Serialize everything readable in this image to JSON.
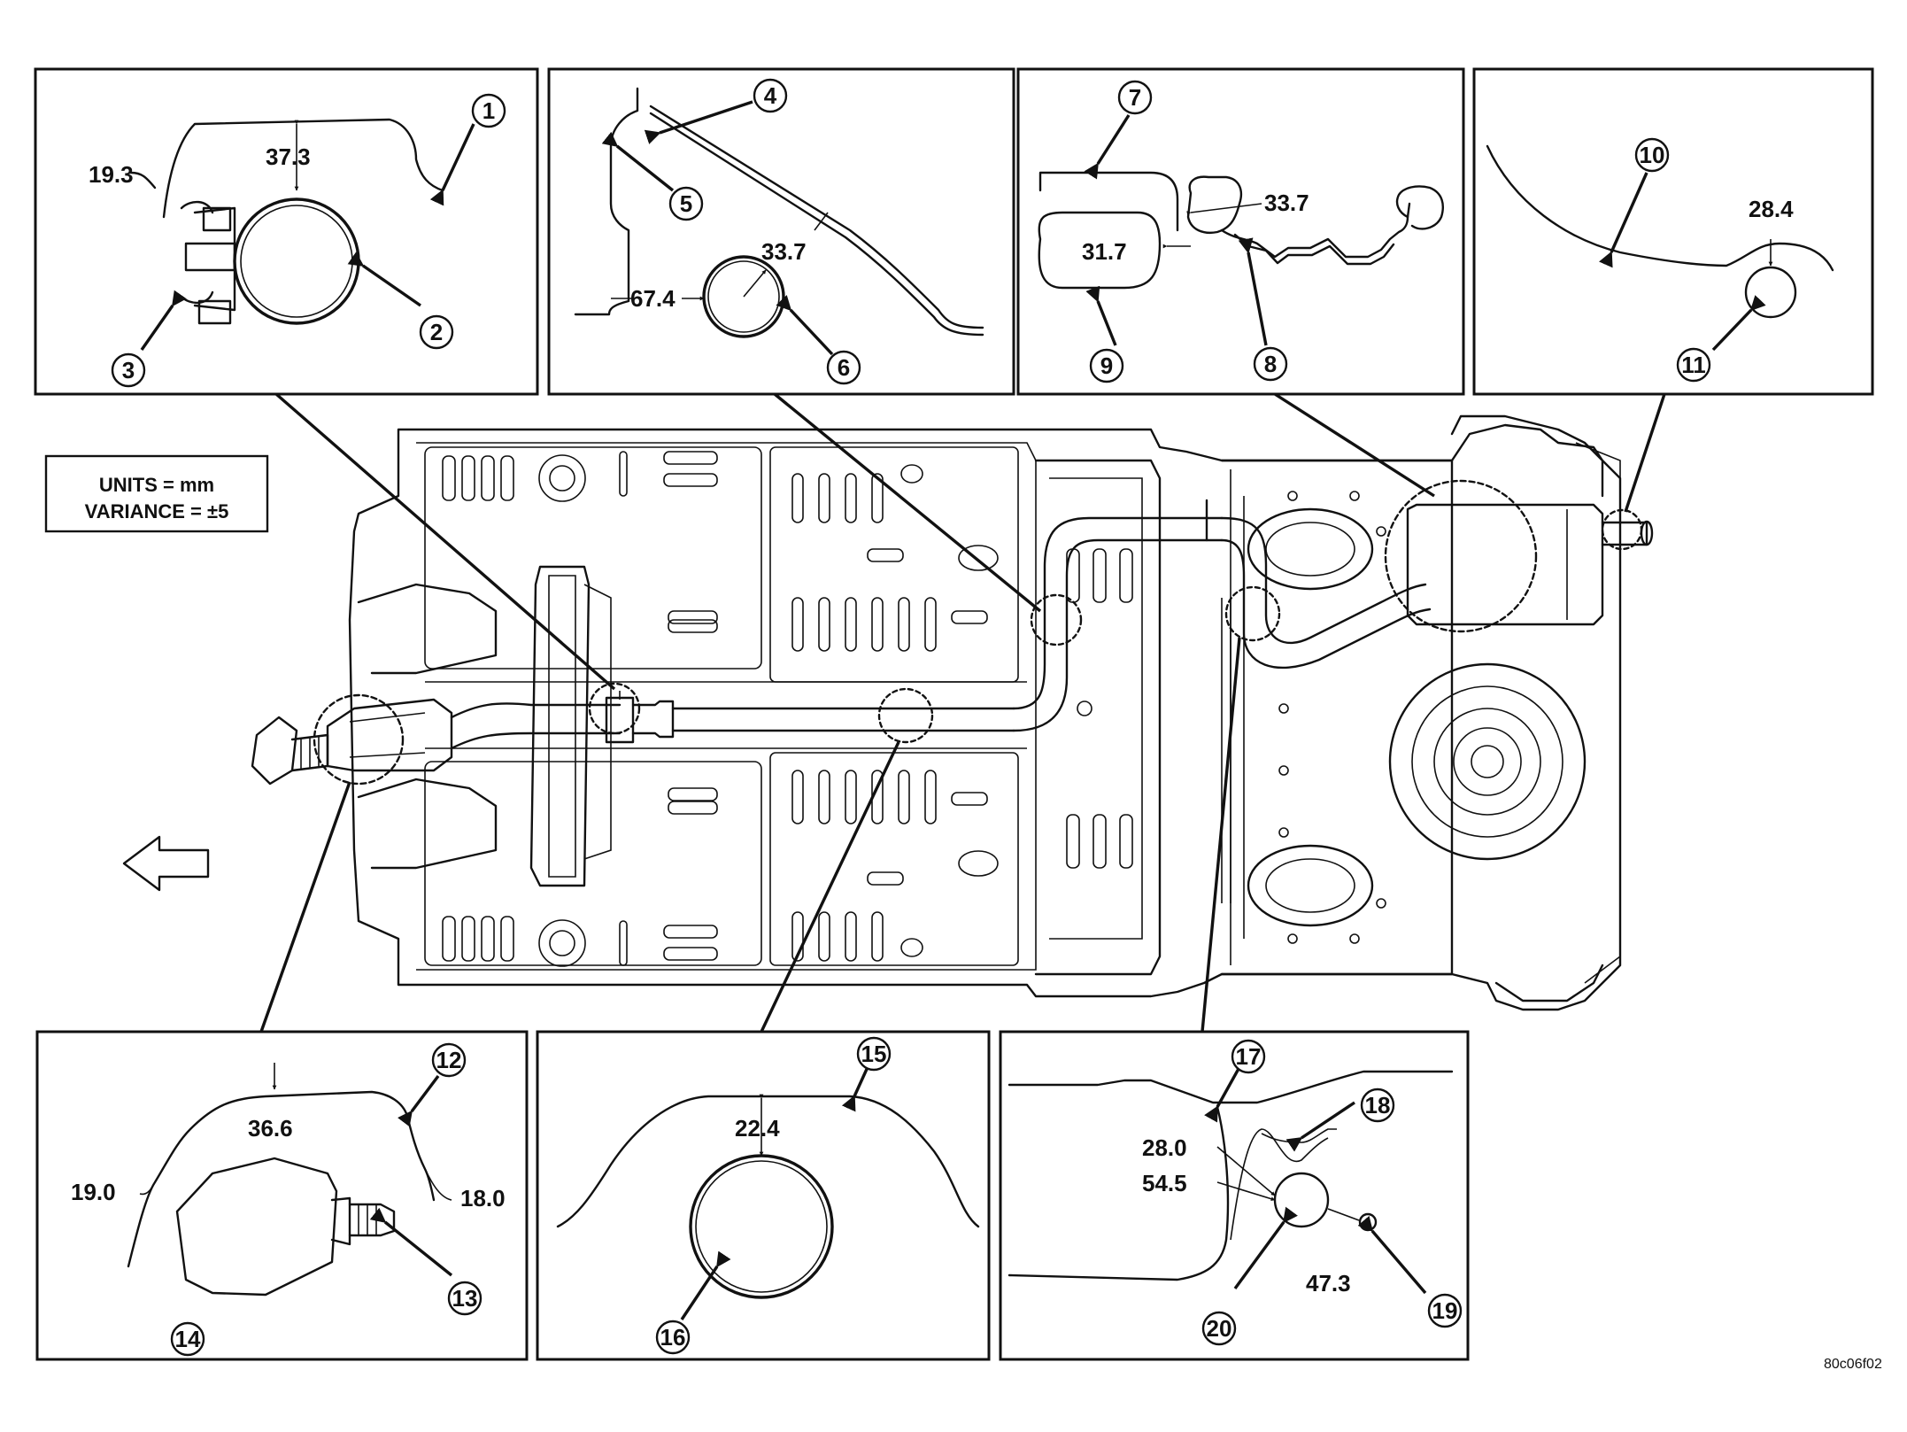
{
  "legend": {
    "units_line": "UNITS = mm",
    "variance_line": "VARIANCE = ±5"
  },
  "figure_code": "80c06f02",
  "callouts": [
    "1",
    "2",
    "3",
    "4",
    "5",
    "6",
    "7",
    "8",
    "9",
    "10",
    "11",
    "12",
    "13",
    "14",
    "15",
    "16",
    "17",
    "18",
    "19",
    "20"
  ],
  "detail_panels": {
    "clamp": {
      "dims": [
        "19.3",
        "37.3"
      ]
    },
    "pipe_rod": {
      "dims": [
        "33.7",
        "67.4"
      ]
    },
    "fuel_line": {
      "dims": [
        "33.7",
        "31.7"
      ]
    },
    "rear_pipe": {
      "dims": [
        "28.4"
      ]
    },
    "converter": {
      "dims": [
        "36.6",
        "19.0",
        "18.0"
      ]
    },
    "tunnel": {
      "dims": [
        "22.4"
      ]
    },
    "tank": {
      "dims": [
        "28.0",
        "54.5",
        "47.3"
      ]
    }
  },
  "icons": {
    "direction_arrow": "forward-arrow-icon"
  }
}
